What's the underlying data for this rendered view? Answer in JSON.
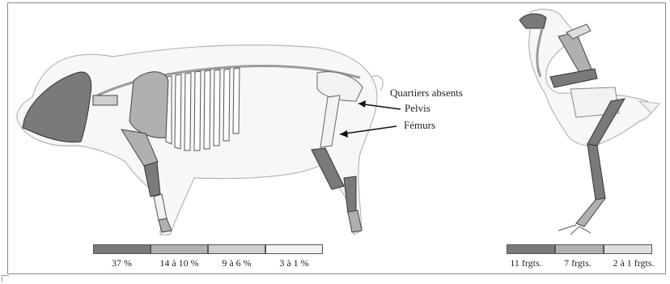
{
  "annotations": {
    "quartiers": "Quartiers absents",
    "pelvis": "Pelvis",
    "femurs": "Fémurs"
  },
  "pig_legend": {
    "labels": [
      "37 %",
      "14 à 10 %",
      "9 à 6 %",
      "3 à 1 %"
    ],
    "colors": [
      "#7a7a7a",
      "#b0b0b0",
      "#cfcfcf",
      "#f2f2f2"
    ]
  },
  "bird_legend": {
    "labels": [
      "11 frgts.",
      "7 frgts.",
      "2 à 1 frgts."
    ],
    "colors": [
      "#7a7a7a",
      "#b0b0b0",
      "#dedede"
    ]
  }
}
